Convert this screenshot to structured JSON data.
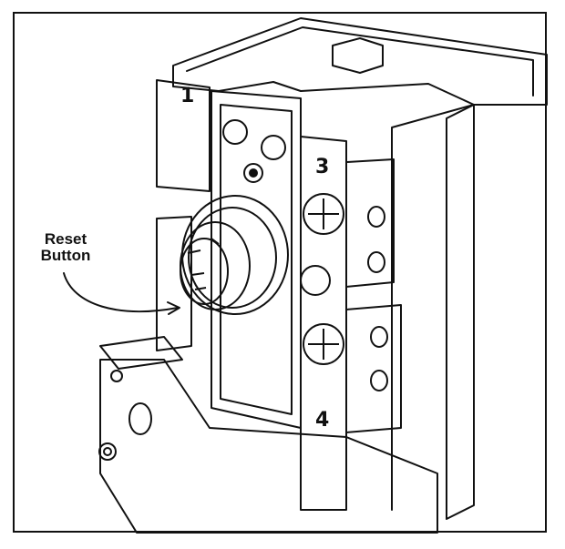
{
  "callout": {
    "line1": "Reset",
    "line2": "Button"
  },
  "terminals": {
    "t1": "1",
    "t3": "3",
    "t4": "4"
  },
  "icons": {
    "reset_button": "reset-button-icon",
    "terminal_screw": "screw-icon",
    "ul_mark": "ul-mark-icon"
  },
  "colors": {
    "line": "#111111",
    "background": "#ffffff"
  }
}
